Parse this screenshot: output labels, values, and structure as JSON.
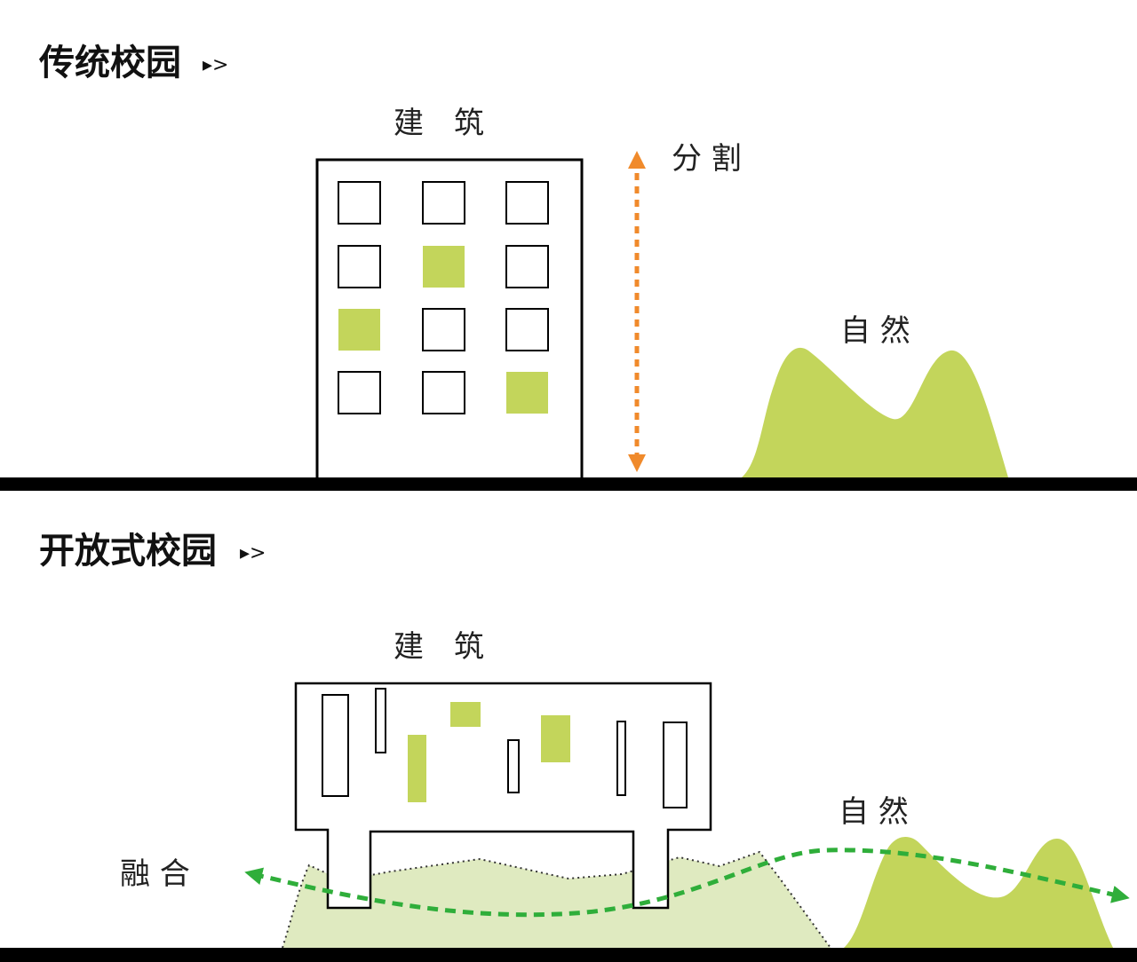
{
  "colors": {
    "ink": "#000000",
    "green": "#c3d55b",
    "light_green": "#dfeac0",
    "orange": "#f08a2b",
    "flow_green": "#2fae3a"
  },
  "traditional": {
    "title": "传统校园",
    "title_arrow": "▸>",
    "building_label": "建　筑",
    "divide_label": "分 割",
    "nature_label": "自 然"
  },
  "open": {
    "title": "开放式校园",
    "title_arrow": "▸>",
    "building_label": "建　筑",
    "merge_label": "融 合",
    "nature_label": "自 然"
  }
}
